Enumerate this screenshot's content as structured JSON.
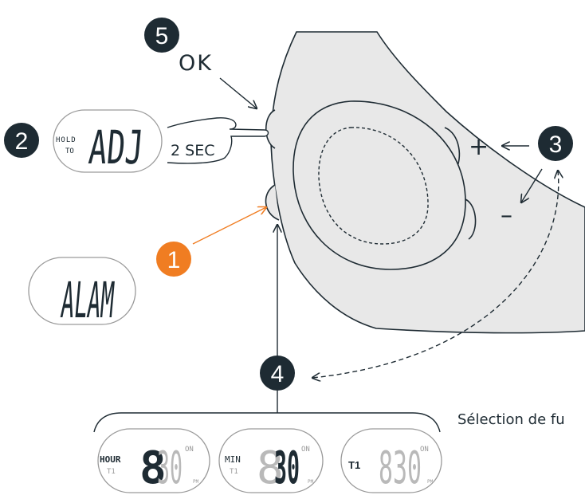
{
  "steps": {
    "one": "1",
    "two": "2",
    "three": "3",
    "four": "4",
    "five": "5"
  },
  "labels": {
    "ok": "OK",
    "two_sec": "2 SEC",
    "plus": "+",
    "minus": "–",
    "selection": "Sélection de fu"
  },
  "displays": {
    "hold_to_adj": {
      "hold": "HOLD",
      "to": "TO",
      "main": "ADJ"
    },
    "alarm": {
      "main": "ALAM"
    },
    "screens": [
      {
        "label": "HOUR",
        "sub": "T1",
        "time": "8:30",
        "suffix": "ON",
        "pm": "PM",
        "dim": "30"
      },
      {
        "label": "MIN",
        "sub": "T1",
        "time": "8:30",
        "suffix": "ON",
        "pm": "PM",
        "dim": "8"
      },
      {
        "label": "T1",
        "sub": "",
        "time": "8:30",
        "suffix": "ON",
        "pm": "PM",
        "dim": "830"
      }
    ]
  },
  "colors": {
    "dark": "#1e2b33",
    "orange": "#f07d22",
    "watch_fill": "#e8e8e8",
    "lcd_fill": "#ffffff",
    "dim_segment": "#b9b9b9"
  }
}
